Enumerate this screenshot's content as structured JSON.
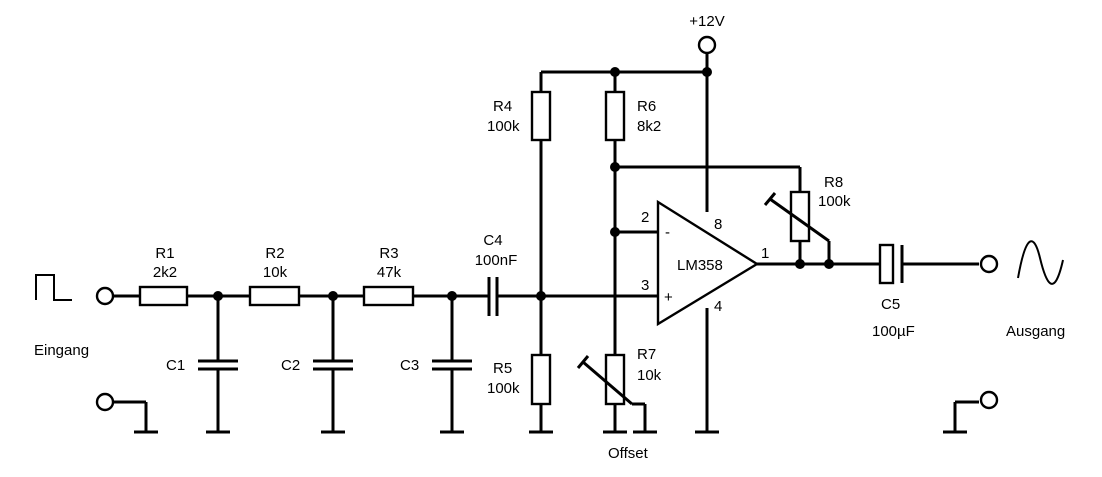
{
  "supply": "+12V",
  "input_label": "Eingang",
  "output_label": "Ausgang",
  "offset_label": "Offset",
  "opamp": {
    "name": "LM358",
    "pin_inverting": "2",
    "pin_noninverting": "3",
    "pin_output": "1",
    "pin_vcc": "8",
    "pin_gnd": "4",
    "minus": "-",
    "plus": "+"
  },
  "components": {
    "R1": {
      "name": "R1",
      "value": "2k2"
    },
    "R2": {
      "name": "R2",
      "value": "10k"
    },
    "R3": {
      "name": "R3",
      "value": "47k"
    },
    "R4": {
      "name": "R4",
      "value": "100k"
    },
    "R5": {
      "name": "R5",
      "value": "100k"
    },
    "R6": {
      "name": "R6",
      "value": "8k2"
    },
    "R7": {
      "name": "R7",
      "value": "10k"
    },
    "R8": {
      "name": "R8",
      "value": "100k"
    },
    "C1": {
      "name": "C1"
    },
    "C2": {
      "name": "C2"
    },
    "C3": {
      "name": "C3"
    },
    "C4": {
      "name": "C4",
      "value": "100nF"
    },
    "C5": {
      "name": "C5",
      "value": "100µF"
    }
  }
}
